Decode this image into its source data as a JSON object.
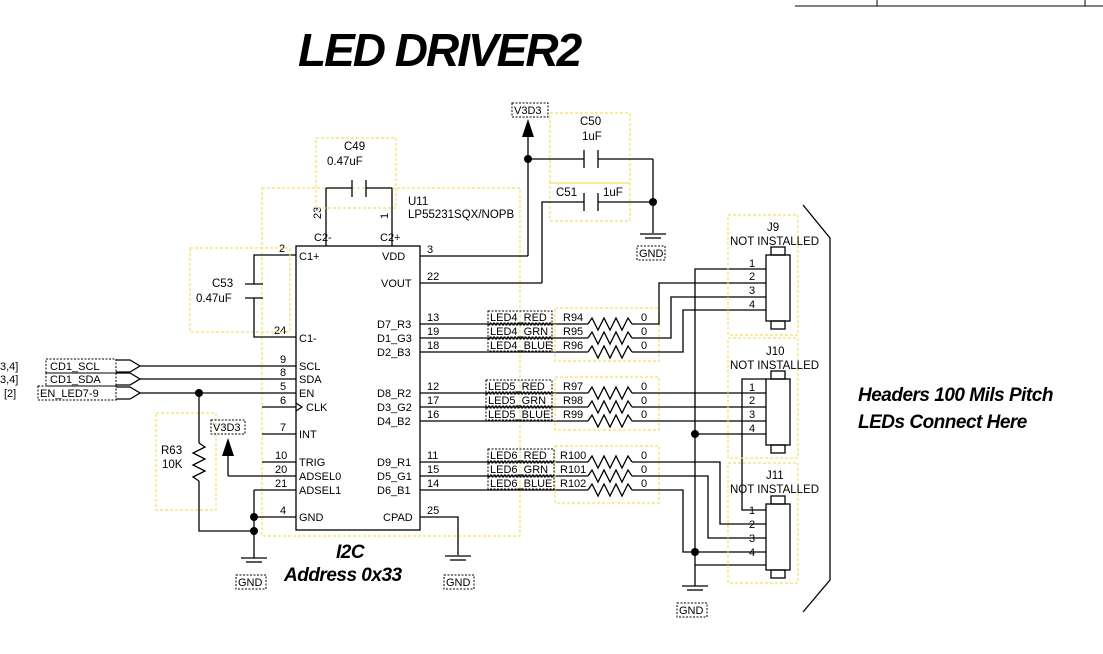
{
  "title": "LED DRIVER2",
  "ic": {
    "ref": "U11",
    "part": "LP55231SQX/NOPB",
    "pins_left": [
      {
        "num": "2",
        "name": "C1+"
      },
      {
        "num": "24",
        "name": "C1-"
      },
      {
        "num": "9",
        "name": "SCL"
      },
      {
        "num": "8",
        "name": "SDA"
      },
      {
        "num": "5",
        "name": "EN"
      },
      {
        "num": "6",
        "name": "CLK"
      },
      {
        "num": "7",
        "name": "INT"
      },
      {
        "num": "10",
        "name": "TRIG"
      },
      {
        "num": "20",
        "name": "ADSEL0"
      },
      {
        "num": "21",
        "name": "ADSEL1"
      },
      {
        "num": "4",
        "name": "GND"
      }
    ],
    "pins_right": [
      {
        "num": "3",
        "name": "VDD"
      },
      {
        "num": "22",
        "name": "VOUT"
      },
      {
        "num": "13",
        "name": "D7_R3"
      },
      {
        "num": "19",
        "name": "D1_G3"
      },
      {
        "num": "18",
        "name": "D2_B3"
      },
      {
        "num": "12",
        "name": "D8_R2"
      },
      {
        "num": "17",
        "name": "D3_G2"
      },
      {
        "num": "16",
        "name": "D4_B2"
      },
      {
        "num": "11",
        "name": "D9_R1"
      },
      {
        "num": "15",
        "name": "D5_G1"
      },
      {
        "num": "14",
        "name": "D6_B1"
      },
      {
        "num": "25",
        "name": "CPAD"
      }
    ],
    "pins_top": [
      {
        "num": "23",
        "name": "C2-"
      },
      {
        "num": "1",
        "name": "C2+"
      }
    ]
  },
  "caps": [
    {
      "ref": "C49",
      "value": "0.47uF"
    },
    {
      "ref": "C50",
      "value": "1uF"
    },
    {
      "ref": "C51",
      "value": "1uF"
    },
    {
      "ref": "C53",
      "value": "0.47uF"
    }
  ],
  "r63": {
    "ref": "R63",
    "value": "10K"
  },
  "resistors": [
    {
      "ref": "R94",
      "value": "0"
    },
    {
      "ref": "R95",
      "value": "0"
    },
    {
      "ref": "R96",
      "value": "0"
    },
    {
      "ref": "R97",
      "value": "0"
    },
    {
      "ref": "R98",
      "value": "0"
    },
    {
      "ref": "R99",
      "value": "0"
    },
    {
      "ref": "R100",
      "value": "0"
    },
    {
      "ref": "R101",
      "value": "0"
    },
    {
      "ref": "R102",
      "value": "0"
    }
  ],
  "led_nets": [
    "LED4_RED",
    "LED4_GRN",
    "LED4_BLUE",
    "LED5_RED",
    "LED5_GRN",
    "LED5_BLUE",
    "LED6_RED",
    "LED6_GRN",
    "LED6_BLUE"
  ],
  "power": {
    "v3d3": "V3D3",
    "gnd": "GND"
  },
  "offpage": [
    {
      "net": "CD1_SCL",
      "ref": "3,4]"
    },
    {
      "net": "CD1_SDA",
      "ref": "3,4]"
    },
    {
      "net": "EN_LED7-9",
      "ref": "[2]"
    }
  ],
  "headers": [
    {
      "ref": "J9",
      "status": "NOT INSTALLED",
      "pins": [
        "1",
        "2",
        "3",
        "4"
      ]
    },
    {
      "ref": "J10",
      "status": "NOT INSTALLED",
      "pins": [
        "1",
        "2",
        "3",
        "4"
      ]
    },
    {
      "ref": "J11",
      "status": "NOT INSTALLED",
      "pins": [
        "1",
        "2",
        "3",
        "4"
      ]
    }
  ],
  "i2c_note": {
    "line1": "I2C",
    "line2": "Address 0x33"
  },
  "header_note": {
    "line1": "Headers 100 Mils Pitch",
    "line2": "LEDs Connect Here"
  }
}
